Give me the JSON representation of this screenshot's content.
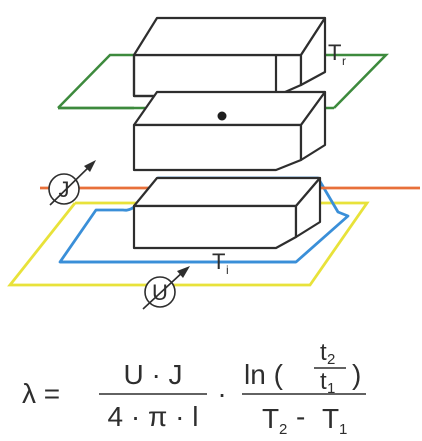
{
  "labels": {
    "tr_main": "T",
    "tr_sub": "r",
    "ti_main": "T",
    "ti_sub": "i",
    "current_symbol": "J",
    "voltage_symbol": "U"
  },
  "formula": {
    "lhs": "λ =",
    "frac1_num": "U · J",
    "frac1_den": "4 · π · l",
    "dot": "·",
    "ln": "ln (",
    "ln_close": ")",
    "t2_main": "t",
    "t2_sub": "2",
    "t1_main": "t",
    "t1_sub": "1",
    "den2_T2": "T",
    "den2_T2_sub": "2",
    "den2_minus": "-",
    "den2_T1": "T",
    "den2_T1_sub": "1"
  },
  "colors": {
    "outline": "#2e2e2e",
    "green_plane": "#3d8a3d",
    "orange_wire": "#e8703a",
    "blue_contour": "#3a8fd8",
    "yellow_plane": "#e8e23a"
  }
}
